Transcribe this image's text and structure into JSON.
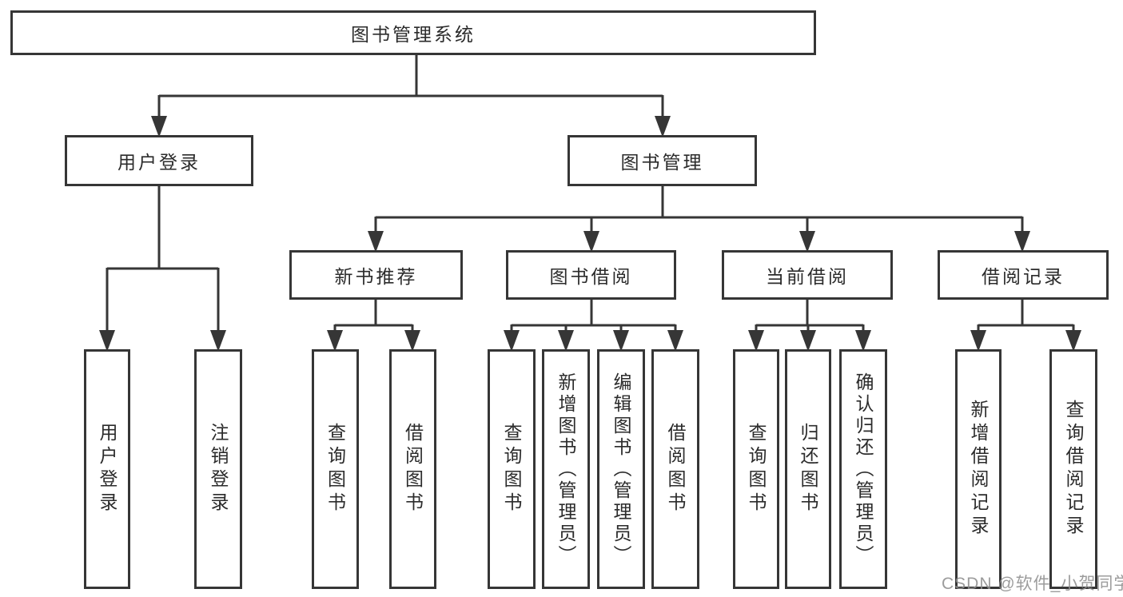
{
  "diagram": {
    "root": {
      "label": "图书管理系统"
    },
    "level1": [
      {
        "label": "用户登录"
      },
      {
        "label": "图书管理"
      }
    ],
    "level2": [
      {
        "label": "新书推荐"
      },
      {
        "label": "图书借阅"
      },
      {
        "label": "当前借阅"
      },
      {
        "label": "借阅记录"
      }
    ],
    "leaves": [
      {
        "label": "用户登录"
      },
      {
        "label": "注销登录"
      },
      {
        "label": "查询图书"
      },
      {
        "label": "借阅图书"
      },
      {
        "label": "查询图书"
      },
      {
        "label": "新增图书（管理员）"
      },
      {
        "label": "编辑图书（管理员）"
      },
      {
        "label": "借阅图书"
      },
      {
        "label": "查询图书"
      },
      {
        "label": "归还图书"
      },
      {
        "label": "确认归还（管理员）"
      },
      {
        "label": "新增借阅记录"
      },
      {
        "label": "查询借阅记录"
      }
    ]
  },
  "watermark": {
    "text": "CSDN @软件_小贺同学"
  },
  "colors": {
    "line": "#363636",
    "text": "#2b2b2b",
    "watermark": "#8e8e8e",
    "background": "#ffffff"
  }
}
